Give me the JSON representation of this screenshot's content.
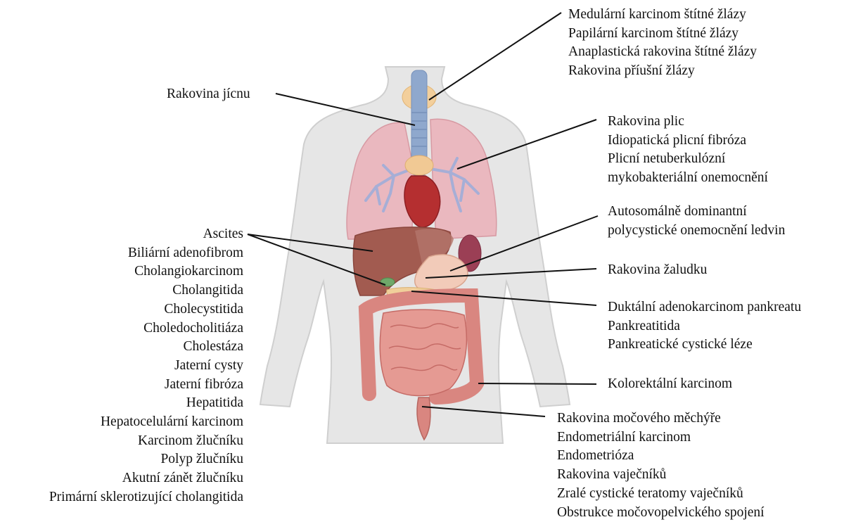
{
  "labels": {
    "thyroid": [
      "Medulární karcinom štítné žlázy",
      "Papilární karcinom štítné žlázy",
      "Anaplastická rakovina štítné žlázy",
      "Rakovina příušní žlázy"
    ],
    "esophagus": [
      "Rakovina jícnu"
    ],
    "lung": [
      "Rakovina plic",
      "Idiopatická plicní fibróza",
      "Plicní netuberkulózní",
      "mykobakteriální onemocnění"
    ],
    "kidney": [
      "Autosomálně dominantní",
      "polycystické onemocnění ledvin"
    ],
    "stomach": [
      "Rakovina žaludku"
    ],
    "pancreas": [
      "Duktální adenokarcinom pankreatu",
      "Pankreatitida",
      "Pankreatické cystické léze"
    ],
    "colon": [
      "Kolorektální karcinom"
    ],
    "pelvis": [
      "Rakovina močového měchýře",
      "Endometriální karcinom",
      "Endometrióza",
      "Rakovina vaječníků",
      "Zralé cystické teratomy vaječníků",
      "Obstrukce močovopelvického spojení"
    ],
    "liver": [
      "Ascites",
      "Biliární adenofibrom",
      "Cholangiokarcinom",
      "Cholangitida",
      "Cholecystitida",
      "Choledocholitiáza",
      "Cholestáza",
      "Jaterní cysty",
      "Jaterní fibróza",
      "Hepatitida",
      "Hepatocelulární karcinom",
      "Karcinom žlučníku",
      "Polyp žlučníku",
      "Akutní zánět žlučníku",
      "Primární sklerotizující cholangitida"
    ]
  },
  "colors": {
    "body": "#e4e4e4",
    "lung": "#e8b4bb",
    "liver": "#a9574f",
    "intestine": "#dc8a84",
    "trachea": "#8ea7cc",
    "thyroid": "#f3cf9c",
    "heart": "#b83232",
    "kidney": "#9b3f55",
    "line": "#111111"
  }
}
